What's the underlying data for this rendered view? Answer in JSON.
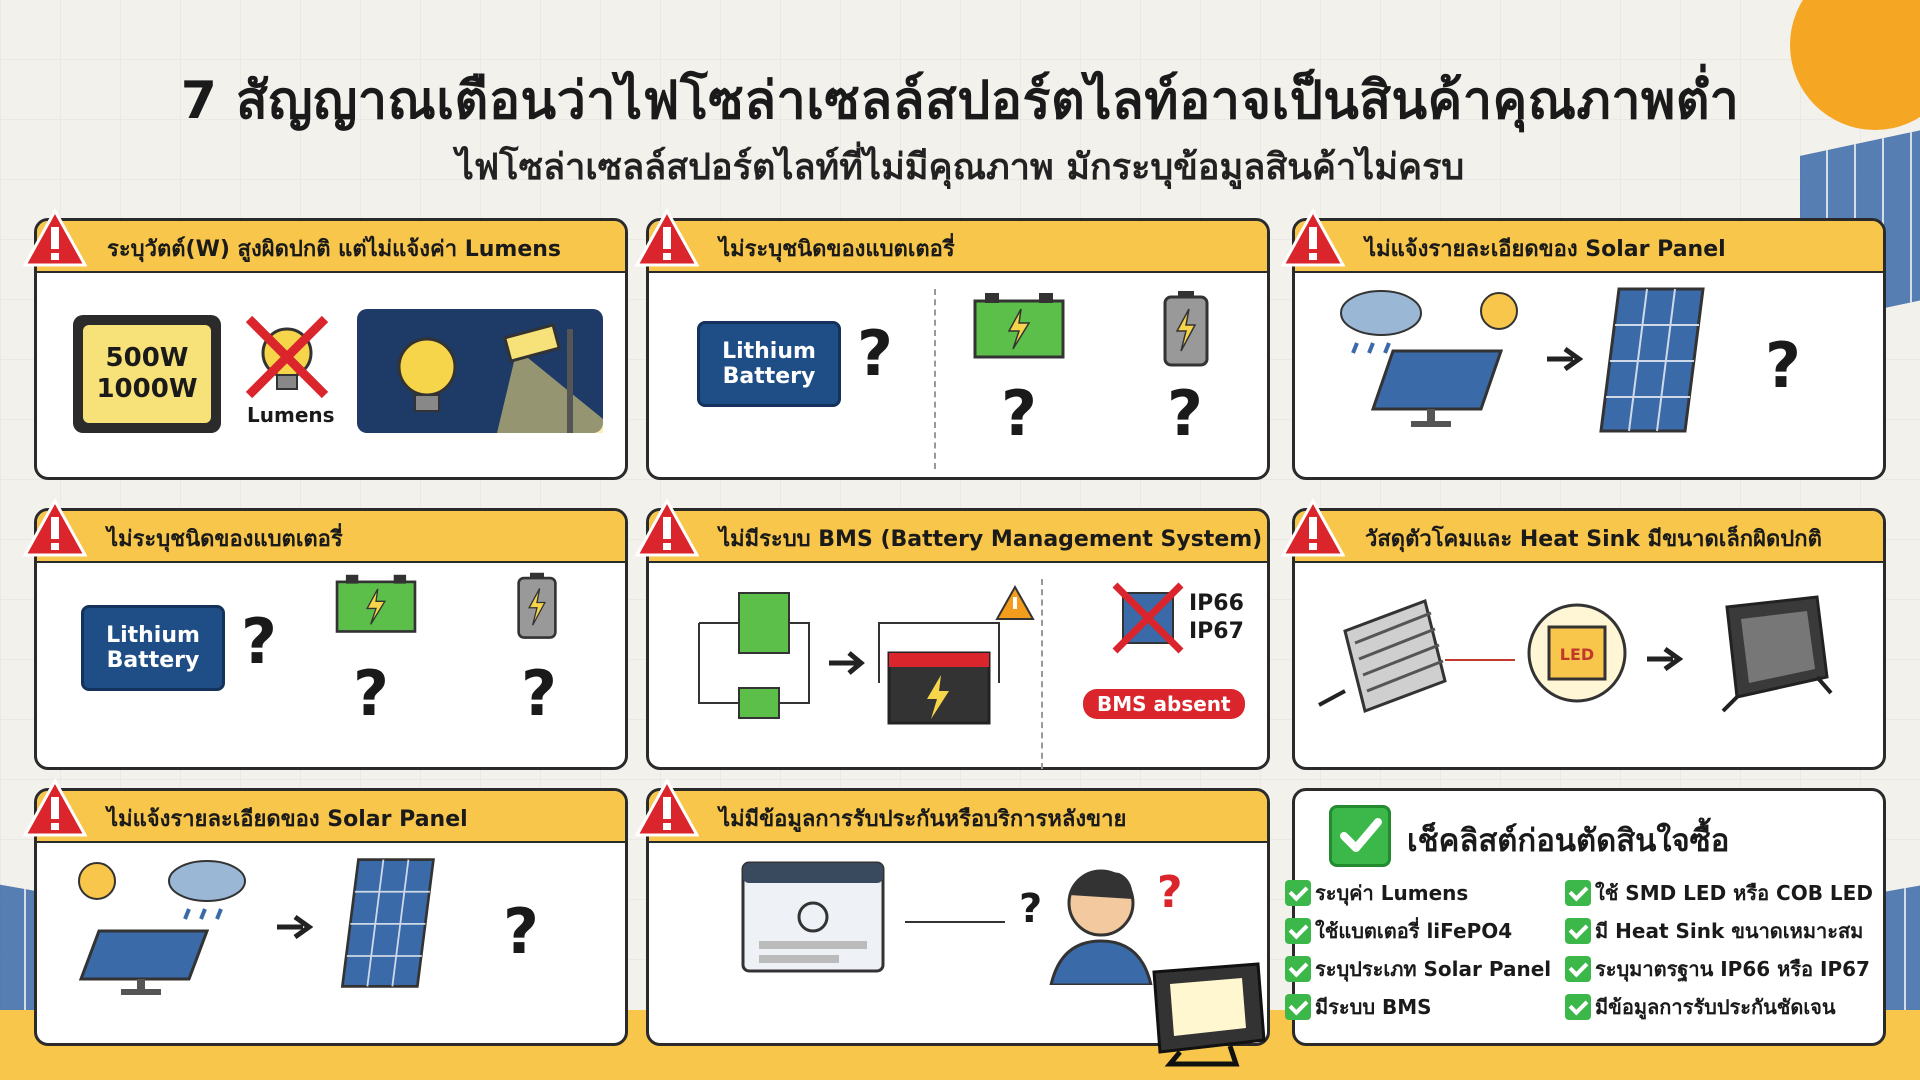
{
  "header": {
    "title": "7 สัญญาณเตือนว่าไฟโซล่าเซลล์สปอร์ตไลท์อาจเป็นสินค้าคุณภาพต่ำ",
    "subtitle": "ไฟโซล่าเซลล์สปอร์ตไลท์ที่ไม่มีคุณภาพ มักระบุข้อมูลสินค้าไม่ครบ"
  },
  "cards": [
    {
      "title": "ระบุวัตต์(W) สูงผิดปกติ แต่ไม่แจ้งค่า Lumens",
      "watt_top": "500W",
      "watt_bottom": "1000W",
      "lumens_label": "Lumens"
    },
    {
      "title": "ไม่ระบุชนิดของแบตเตอรี่",
      "battery_line1": "Lithium",
      "battery_line2": "Battery",
      "q": "?"
    },
    {
      "title": "ไม่แจ้งรายละเอียดของ Solar Panel",
      "q": "?"
    },
    {
      "title": "ไม่ระบุชนิดของแบตเตอรี่",
      "battery_line1": "Lithium",
      "battery_line2": "Battery",
      "q": "?"
    },
    {
      "title": "ไม่มีระบบ BMS (Battery Management System)",
      "ip1": "IP66",
      "ip2": "IP67",
      "badge": "BMS absent"
    },
    {
      "title": "วัสดุตัวโคมและ Heat Sink มีขนาดเล็กผิดปกติ",
      "led_label": "LED"
    },
    {
      "title": "ไม่แจ้งรายละเอียดของ Solar Panel",
      "q": "?"
    },
    {
      "title": "ไม่มีข้อมูลการรับประกันหรือบริการหลังขาย",
      "q": "?"
    }
  ],
  "checklist": {
    "title": "เช็คลิสต์ก่อนตัดสินใจซื้อ",
    "left": [
      "ระบุค่า Lumens",
      "ใช้แบตเตอรี่ liFePO4",
      "ระบุประเภท Solar Panel",
      "มีระบบ BMS"
    ],
    "right": [
      "ใช้ SMD LED หรือ COB LED",
      "มี Heat Sink ขนาดเหมาะสม",
      "ระบุมาตรฐาน IP66 หรือ IP67",
      "มีข้อมูลการรับประกันชัดเจน"
    ]
  },
  "colors": {
    "accent": "#f7c64a",
    "warning": "#d9252b",
    "check": "#3cb84a",
    "battery_blue": "#1f4d86"
  }
}
